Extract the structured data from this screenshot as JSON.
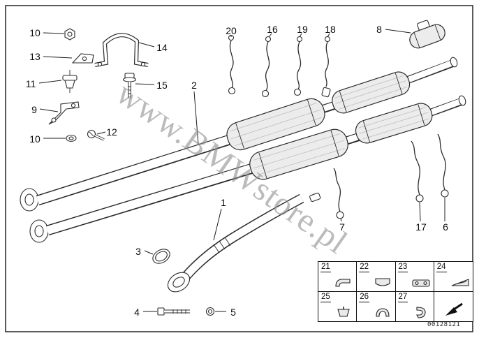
{
  "diagram": {
    "watermark": "www.BMWstore.pl",
    "doc_number": "00128121"
  },
  "callouts": [
    {
      "label": "10"
    },
    {
      "label": "13"
    },
    {
      "label": "14"
    },
    {
      "label": "11"
    },
    {
      "label": "15"
    },
    {
      "label": "9"
    },
    {
      "label": "12"
    },
    {
      "label": "10"
    },
    {
      "label": "20"
    },
    {
      "label": "16"
    },
    {
      "label": "19"
    },
    {
      "label": "18"
    },
    {
      "label": "8"
    },
    {
      "label": "2"
    },
    {
      "label": "1"
    },
    {
      "label": "3"
    },
    {
      "label": "4"
    },
    {
      "label": "5"
    },
    {
      "label": "7"
    },
    {
      "label": "17"
    },
    {
      "label": "6"
    }
  ],
  "legend": {
    "cells": [
      {
        "label": "21"
      },
      {
        "label": "22"
      },
      {
        "label": "23"
      },
      {
        "label": "24"
      },
      {
        "label": "25"
      },
      {
        "label": "26"
      },
      {
        "label": "27"
      }
    ]
  },
  "colors": {
    "line": "#2b2b2b",
    "watermark": "#8e8e8e"
  }
}
